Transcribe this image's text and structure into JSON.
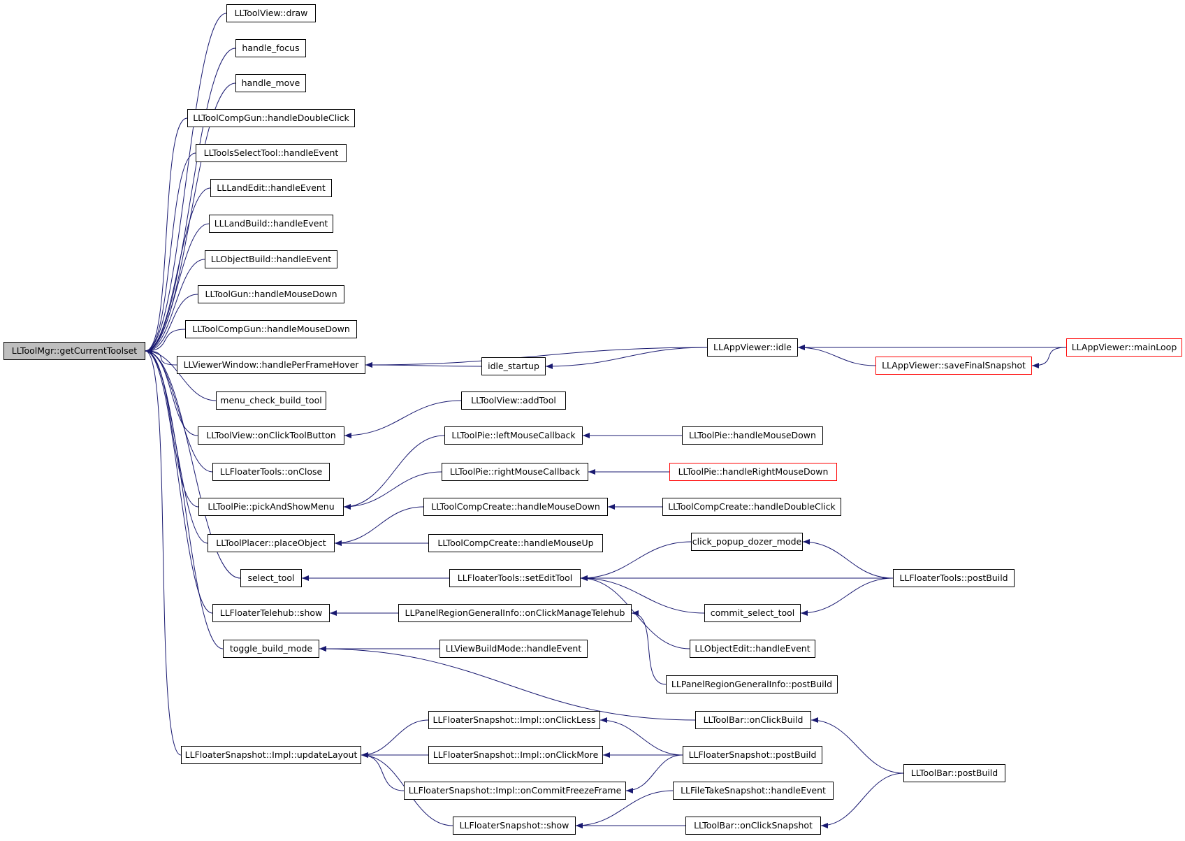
{
  "edge_color": "#191970",
  "root_fill": "#bfbfbf",
  "truncated_border": "#ff0000",
  "nodes": [
    {
      "id": "root",
      "label": "LLToolMgr::getCurrentToolset",
      "kind": "root"
    },
    {
      "id": "tv_draw",
      "label": "LLToolView::draw"
    },
    {
      "id": "h_focus",
      "label": "handle_focus"
    },
    {
      "id": "h_move",
      "label": "handle_move"
    },
    {
      "id": "tcg_dbl",
      "label": "LLToolCompGun::handleDoubleClick"
    },
    {
      "id": "tst_he",
      "label": "LLToolsSelectTool::handleEvent"
    },
    {
      "id": "le_he",
      "label": "LLLandEdit::handleEvent"
    },
    {
      "id": "lb_he",
      "label": "LLLandBuild::handleEvent"
    },
    {
      "id": "ob_he",
      "label": "LLObjectBuild::handleEvent"
    },
    {
      "id": "tg_md",
      "label": "LLToolGun::handleMouseDown"
    },
    {
      "id": "tcg_md",
      "label": "LLToolCompGun::handleMouseDown"
    },
    {
      "id": "vw_hpfh",
      "label": "LLViewerWindow::handlePerFrameHover"
    },
    {
      "id": "mcbt",
      "label": "menu_check_build_tool"
    },
    {
      "id": "tv_octb",
      "label": "LLToolView::onClickToolButton"
    },
    {
      "id": "ft_close",
      "label": "LLFloaterTools::onClose"
    },
    {
      "id": "tp_pasm",
      "label": "LLToolPie::pickAndShowMenu"
    },
    {
      "id": "tpl_po",
      "label": "LLToolPlacer::placeObject"
    },
    {
      "id": "sel_tool",
      "label": "select_tool"
    },
    {
      "id": "fth_show",
      "label": "LLFloaterTelehub::show"
    },
    {
      "id": "tbm",
      "label": "toggle_build_mode"
    },
    {
      "id": "fs_ul",
      "label": "LLFloaterSnapshot::Impl::updateLayout"
    },
    {
      "id": "idle_st",
      "label": "idle_startup"
    },
    {
      "id": "av_idle",
      "label": "LLAppViewer::idle"
    },
    {
      "id": "av_ml",
      "label": "LLAppViewer::mainLoop",
      "kind": "truncated"
    },
    {
      "id": "av_sfs",
      "label": "LLAppViewer::saveFinalSnapshot",
      "kind": "truncated"
    },
    {
      "id": "tv_add",
      "label": "LLToolView::addTool"
    },
    {
      "id": "tp_lmc",
      "label": "LLToolPie::leftMouseCallback"
    },
    {
      "id": "tp_rmc",
      "label": "LLToolPie::rightMouseCallback"
    },
    {
      "id": "tp_hmd",
      "label": "LLToolPie::handleMouseDown"
    },
    {
      "id": "tp_hrmd",
      "label": "LLToolPie::handleRightMouseDown",
      "kind": "truncated"
    },
    {
      "id": "tcc_md",
      "label": "LLToolCompCreate::handleMouseDown"
    },
    {
      "id": "tcc_dbl",
      "label": "LLToolCompCreate::handleDoubleClick"
    },
    {
      "id": "tcc_mu",
      "label": "LLToolCompCreate::handleMouseUp"
    },
    {
      "id": "cpdm",
      "label": "click_popup_dozer_mode"
    },
    {
      "id": "ft_set",
      "label": "LLFloaterTools::setEditTool"
    },
    {
      "id": "ft_pb",
      "label": "LLFloaterTools::postBuild"
    },
    {
      "id": "cst",
      "label": "commit_select_tool"
    },
    {
      "id": "prgi_ocmt",
      "label": "LLPanelRegionGeneralInfo::onClickManageTelehub"
    },
    {
      "id": "oe_he",
      "label": "LLObjectEdit::handleEvent"
    },
    {
      "id": "vbm_he",
      "label": "LLViewBuildMode::handleEvent"
    },
    {
      "id": "prgi_pb",
      "label": "LLPanelRegionGeneralInfo::postBuild"
    },
    {
      "id": "fs_ocl",
      "label": "LLFloaterSnapshot::Impl::onClickLess"
    },
    {
      "id": "tb_ocb",
      "label": "LLToolBar::onClickBuild"
    },
    {
      "id": "fs_ocm",
      "label": "LLFloaterSnapshot::Impl::onClickMore"
    },
    {
      "id": "fs_pb",
      "label": "LLFloaterSnapshot::postBuild"
    },
    {
      "id": "tb_pb",
      "label": "LLToolBar::postBuild"
    },
    {
      "id": "fs_ocff",
      "label": "LLFloaterSnapshot::Impl::onCommitFreezeFrame"
    },
    {
      "id": "fts_he",
      "label": "LLFileTakeSnapshot::handleEvent"
    },
    {
      "id": "fs_show",
      "label": "LLFloaterSnapshot::show"
    },
    {
      "id": "tb_ocs",
      "label": "LLToolBar::onClickSnapshot"
    }
  ],
  "edges": [
    [
      "tv_draw",
      "root"
    ],
    [
      "h_focus",
      "root"
    ],
    [
      "h_move",
      "root"
    ],
    [
      "tcg_dbl",
      "root"
    ],
    [
      "tst_he",
      "root"
    ],
    [
      "le_he",
      "root"
    ],
    [
      "lb_he",
      "root"
    ],
    [
      "ob_he",
      "root"
    ],
    [
      "tg_md",
      "root"
    ],
    [
      "tcg_md",
      "root"
    ],
    [
      "vw_hpfh",
      "root"
    ],
    [
      "mcbt",
      "root"
    ],
    [
      "tv_octb",
      "root"
    ],
    [
      "ft_close",
      "root"
    ],
    [
      "tp_pasm",
      "root"
    ],
    [
      "tpl_po",
      "root"
    ],
    [
      "sel_tool",
      "root"
    ],
    [
      "fth_show",
      "root"
    ],
    [
      "tbm",
      "root"
    ],
    [
      "fs_ul",
      "root"
    ],
    [
      "idle_st",
      "vw_hpfh"
    ],
    [
      "av_idle",
      "vw_hpfh"
    ],
    [
      "av_idle",
      "idle_st"
    ],
    [
      "av_ml",
      "av_idle"
    ],
    [
      "av_sfs",
      "av_idle"
    ],
    [
      "av_ml",
      "av_sfs"
    ],
    [
      "tv_add",
      "tv_octb"
    ],
    [
      "tp_lmc",
      "tp_pasm"
    ],
    [
      "tp_rmc",
      "tp_pasm"
    ],
    [
      "tp_hmd",
      "tp_lmc"
    ],
    [
      "tp_hrmd",
      "tp_rmc"
    ],
    [
      "tcc_md",
      "tpl_po"
    ],
    [
      "tcc_mu",
      "tpl_po"
    ],
    [
      "tcc_dbl",
      "tcc_md"
    ],
    [
      "ft_set",
      "sel_tool"
    ],
    [
      "cpdm",
      "ft_set"
    ],
    [
      "ft_pb",
      "ft_set"
    ],
    [
      "cst",
      "ft_set"
    ],
    [
      "oe_he",
      "ft_set"
    ],
    [
      "ft_pb",
      "cpdm"
    ],
    [
      "ft_pb",
      "cst"
    ],
    [
      "prgi_ocmt",
      "fth_show"
    ],
    [
      "prgi_pb",
      "prgi_ocmt"
    ],
    [
      "vbm_he",
      "tbm"
    ],
    [
      "tb_ocb",
      "tbm"
    ],
    [
      "tb_pb",
      "tb_ocb"
    ],
    [
      "fs_ocl",
      "fs_ul"
    ],
    [
      "fs_ocm",
      "fs_ul"
    ],
    [
      "fs_ocff",
      "fs_ul"
    ],
    [
      "fs_show",
      "fs_ul"
    ],
    [
      "fs_pb",
      "fs_ocl"
    ],
    [
      "fs_pb",
      "fs_ocm"
    ],
    [
      "fs_pb",
      "fs_ocff"
    ],
    [
      "fts_he",
      "fs_show"
    ],
    [
      "tb_ocs",
      "fs_show"
    ],
    [
      "tb_pb",
      "tb_ocs"
    ]
  ]
}
